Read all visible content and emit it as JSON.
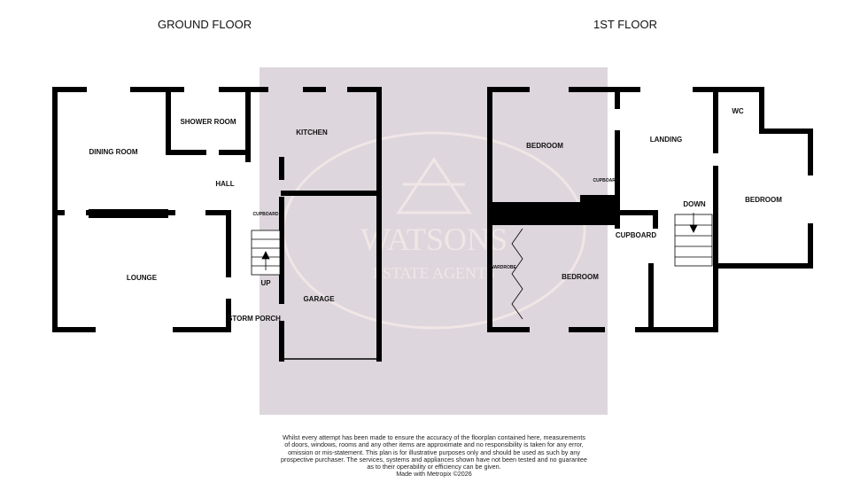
{
  "titles": {
    "ground": "GROUND FLOOR",
    "first": "1ST FLOOR"
  },
  "watermark": {
    "line1": "WATSONS",
    "line2": "ESTATE AGENTS",
    "panel_color": "#ddd6dc"
  },
  "ground_rooms": {
    "dining": "DINING ROOM",
    "shower": "SHOWER ROOM",
    "kitchen": "KITCHEN",
    "hall": "HALL",
    "cupboard": "CUPBOARD",
    "lounge": "LOUNGE",
    "up": "UP",
    "garage": "GARAGE",
    "porch": "STORM PORCH"
  },
  "first_rooms": {
    "bedroom1": "BEDROOM",
    "landing": "LANDING",
    "wc": "WC",
    "cupboard1": "CUPBOARD",
    "bedroom2": "BEDROOM",
    "down": "DOWN",
    "cupboard2": "CUPBOARD",
    "wardrobe": "WARDROBE",
    "bedroom3": "BEDROOM"
  },
  "disclaimer": [
    "Whilst every attempt has been made to ensure the accuracy of the floorplan contained here, measurements",
    "of doors, windows, rooms and any other items are approximate and no responsibility is taken for any error,",
    "omission or mis-statement. This plan is for illustrative purposes only and should be used as such by any",
    "prospective purchaser. The services, systems and appliances shown have not been tested and no guarantee",
    "as to their operability or efficiency can be given.",
    "Made with Metropix ©2026"
  ]
}
